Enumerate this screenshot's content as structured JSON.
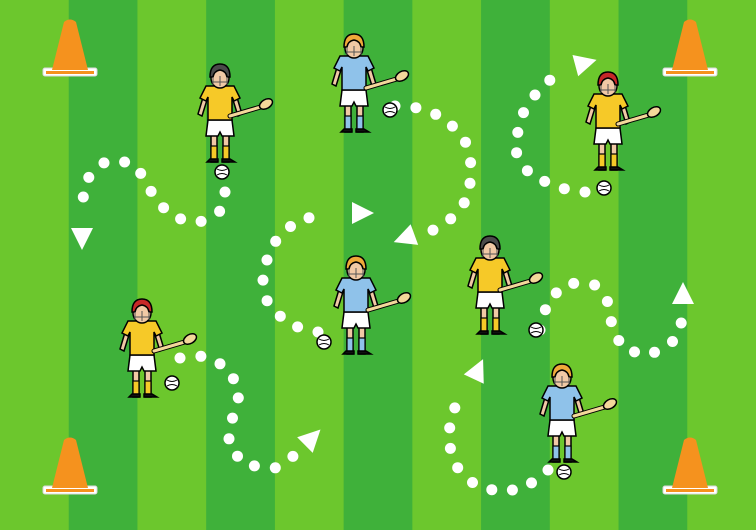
{
  "colors": {
    "stripe_light": "#6cc72d",
    "stripe_dark": "#3fb13a",
    "cone_fill": "#f5921e",
    "cone_base": "#ffffff",
    "dotted_path": "#ffffff",
    "team_yellow": "#f6c928",
    "team_blue": "#8fc2ea",
    "shorts": "#ffffff",
    "helmet_dark": "#4a4a4a",
    "helmet_red": "#c62828",
    "helmet_orange": "#f0a93a",
    "hurley": "#f3d89a",
    "ball": "#ffffff"
  },
  "cones": [
    {
      "name": "cone-top-left"
    },
    {
      "name": "cone-top-right"
    },
    {
      "name": "cone-bottom-left"
    },
    {
      "name": "cone-bottom-right"
    }
  ],
  "players": [
    {
      "name": "player-yellow-1",
      "team": "yellow",
      "helmet": "dark"
    },
    {
      "name": "player-blue-1",
      "team": "blue",
      "helmet": "orange"
    },
    {
      "name": "player-yellow-2",
      "team": "yellow",
      "helmet": "red"
    },
    {
      "name": "player-blue-2",
      "team": "blue",
      "helmet": "orange"
    },
    {
      "name": "player-yellow-3",
      "team": "yellow",
      "helmet": "dark"
    },
    {
      "name": "player-yellow-4",
      "team": "yellow",
      "helmet": "red"
    },
    {
      "name": "player-blue-3",
      "team": "blue",
      "helmet": "orange"
    }
  ],
  "dribble_paths": [
    {
      "name": "dribble-path-left"
    },
    {
      "name": "dribble-path-center"
    },
    {
      "name": "dribble-path-right-top"
    },
    {
      "name": "dribble-path-bottom-left"
    },
    {
      "name": "dribble-path-right-middle"
    },
    {
      "name": "dribble-path-bottom-right"
    }
  ]
}
